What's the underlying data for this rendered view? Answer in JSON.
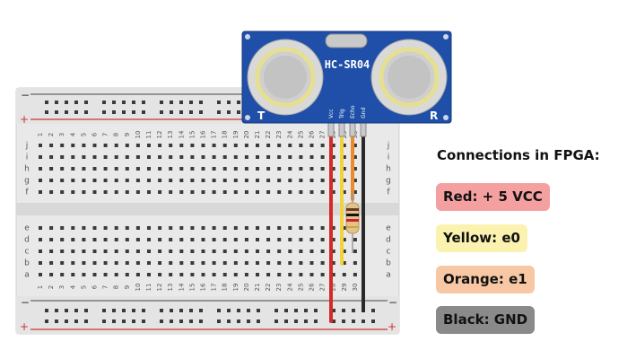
{
  "sensor": {
    "model": "HC-SR04",
    "pins": [
      "Vcc",
      "Trig",
      "Echo",
      "Gnd"
    ],
    "left_letter": "T",
    "right_letter": "R"
  },
  "breadboard": {
    "rail_minus": "−",
    "rail_plus": "+",
    "row_letters_top": [
      "j",
      "i",
      "h",
      "g",
      "f"
    ],
    "row_letters_bottom": [
      "e",
      "d",
      "c",
      "b",
      "a"
    ],
    "columns": [
      "1",
      "2",
      "3",
      "4",
      "5",
      "6",
      "7",
      "8",
      "9",
      "10",
      "11",
      "12",
      "13",
      "14",
      "15",
      "16",
      "17",
      "18",
      "19",
      "20",
      "21",
      "22",
      "23",
      "24",
      "25",
      "26",
      "27",
      "28",
      "29",
      "30"
    ]
  },
  "colors": {
    "red_wire": "#d42a2a",
    "yellow_wire": "#f2d33a",
    "orange_wire": "#ef8a2a",
    "black_wire": "#2a2a2a",
    "sensor_board": "#1f4fa8"
  },
  "legend": {
    "title": "Connections in FPGA:",
    "items": [
      {
        "label": "Red: + 5 VCC",
        "color": "#f5a0a0"
      },
      {
        "label": "Yellow: e0",
        "color": "#fbf2b0"
      },
      {
        "label": "Orange: e1",
        "color": "#f8c8a4"
      },
      {
        "label": "Black: GND",
        "color": "#8a8a8a"
      }
    ]
  }
}
